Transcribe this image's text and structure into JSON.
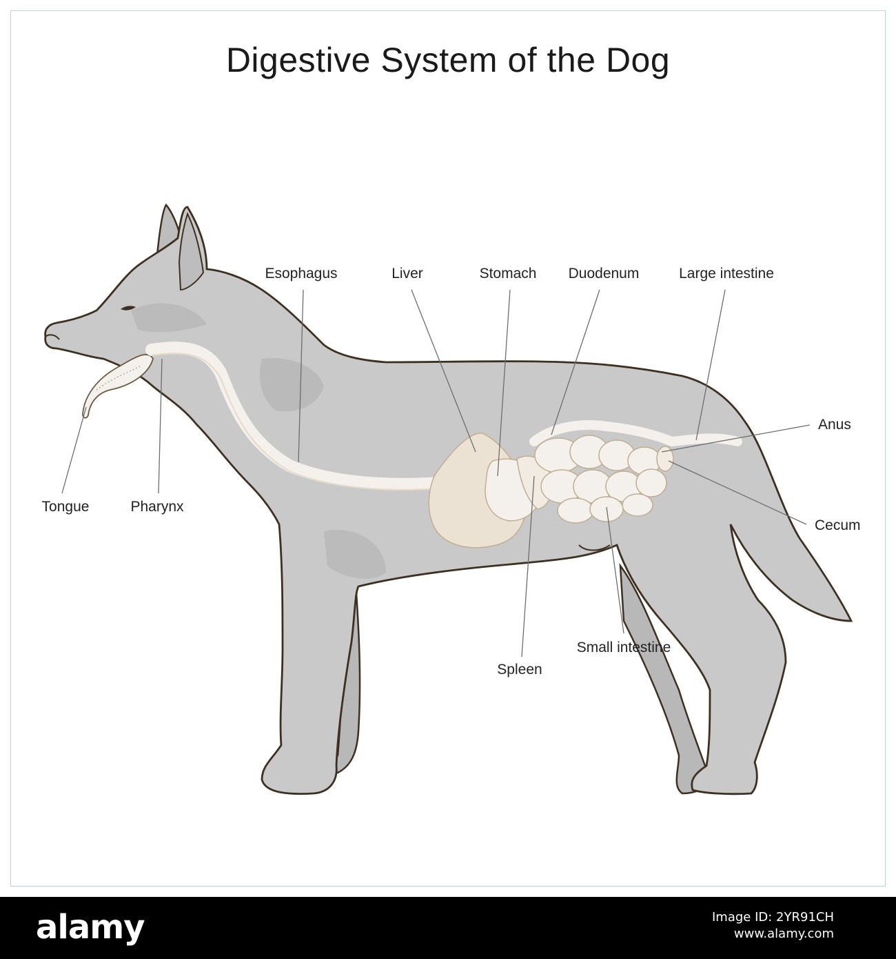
{
  "title": "Digestive System of the Dog",
  "labels": {
    "esophagus": "Esophagus",
    "liver": "Liver",
    "stomach": "Stomach",
    "duodenum": "Duodenum",
    "large_intestine": "Large intestine",
    "anus": "Anus",
    "cecum": "Cecum",
    "tongue": "Tongue",
    "pharynx": "Pharynx",
    "spleen": "Spleen",
    "small_intestine": "Small intestine"
  },
  "footer": {
    "brand": "alamy",
    "image_id": "Image ID: 2YR91CH",
    "site": "www.alamy.com"
  },
  "colors": {
    "body": "#c9c9c9",
    "body_shade": "#b3b3b3",
    "outline": "#3d3020",
    "organ": "#f4f1ec",
    "organ_shade": "#e6d9c8",
    "frame": "#bcd3dc"
  }
}
